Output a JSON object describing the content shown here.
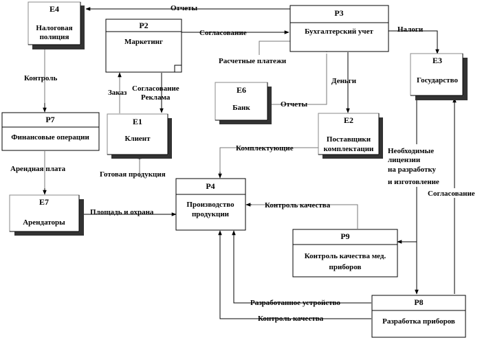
{
  "entities": {
    "e4": {
      "id": "E4",
      "name1": "Налоговая",
      "name2": "полиция"
    },
    "e3": {
      "id": "E3",
      "name": "Государство"
    },
    "e6": {
      "id": "E6",
      "name": "Банк"
    },
    "e1": {
      "id": "E1",
      "name": "Клиент"
    },
    "e2": {
      "id": "E2",
      "name1": "Поставщики",
      "name2": "комплектации"
    },
    "e7": {
      "id": "E7",
      "name": "Арендаторы"
    }
  },
  "processes": {
    "p2": {
      "id": "P2",
      "name": "Маркетинг"
    },
    "p3": {
      "id": "P3",
      "name": "Бухгалтерский учет"
    },
    "p7": {
      "id": "P7",
      "name": "Финансовые операции"
    },
    "p4": {
      "id": "P4",
      "name1": "Производство",
      "name2": "продукции"
    },
    "p9": {
      "id": "P9",
      "name1": "Контроль качества мед.",
      "name2": "приборов"
    },
    "p8": {
      "id": "P8",
      "name": "Разработка приборов"
    }
  },
  "flows": {
    "otchety_top": "Отчеты",
    "soglasovanie_p2p3": "Согласование",
    "nalogi": "Налоги",
    "raschetnye": "Расчетные платежи",
    "dengi": "Деньги",
    "otchety_bank": "Отчеты",
    "kontrol": "Контроль",
    "zakaz": "Заказ",
    "soglasovanie_reklama1": "Согласование",
    "soglasovanie_reklama2": "Реклама",
    "komplektuyuschie": "Комплектующие",
    "gotovaya": "Готовая продукция",
    "arendnaya": "Арендная плата",
    "ploschad": "Площадь и охрана",
    "kontrol_kachestva_p9": "Контроль качества",
    "licenzii1": "Необходимые",
    "licenzii2": "лицензии",
    "licenzii3": "на разработку",
    "licenzii4": "и изготовление",
    "soglasovanie_p8": "Согласование",
    "razrabotannoe": "Разработанное устройство",
    "kontrol_kachestva_p8": "Контроль качества"
  }
}
